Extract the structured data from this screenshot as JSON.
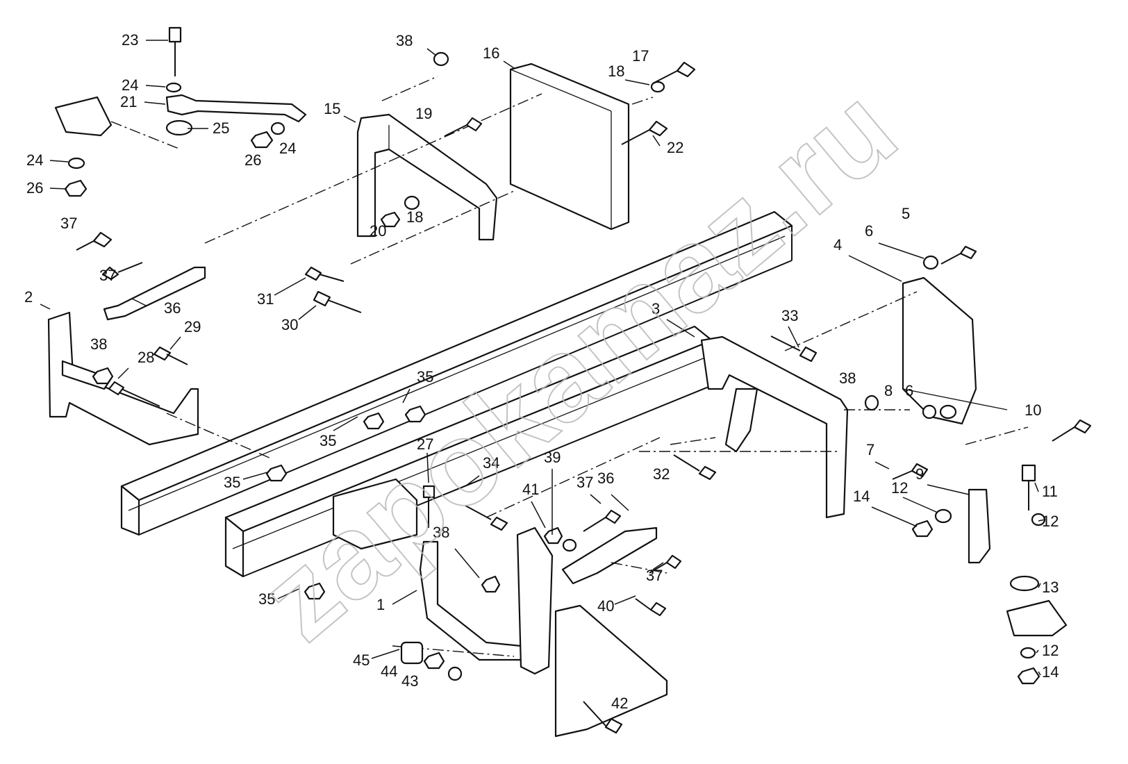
{
  "watermark": "zapokamaz.ru",
  "colors": {
    "ink": "#111111",
    "background": "#ffffff",
    "watermark": "#b9b9b9"
  },
  "callouts": [
    "1",
    "2",
    "3",
    "4",
    "5",
    "6",
    "7",
    "8",
    "9",
    "10",
    "11",
    "12",
    "13",
    "14",
    "15",
    "16",
    "17",
    "18",
    "19",
    "20",
    "21",
    "22",
    "23",
    "24",
    "25",
    "26",
    "27",
    "28",
    "29",
    "30",
    "31",
    "32",
    "33",
    "34",
    "35",
    "36",
    "37",
    "38",
    "39",
    "40",
    "41",
    "42",
    "43",
    "44",
    "45"
  ]
}
